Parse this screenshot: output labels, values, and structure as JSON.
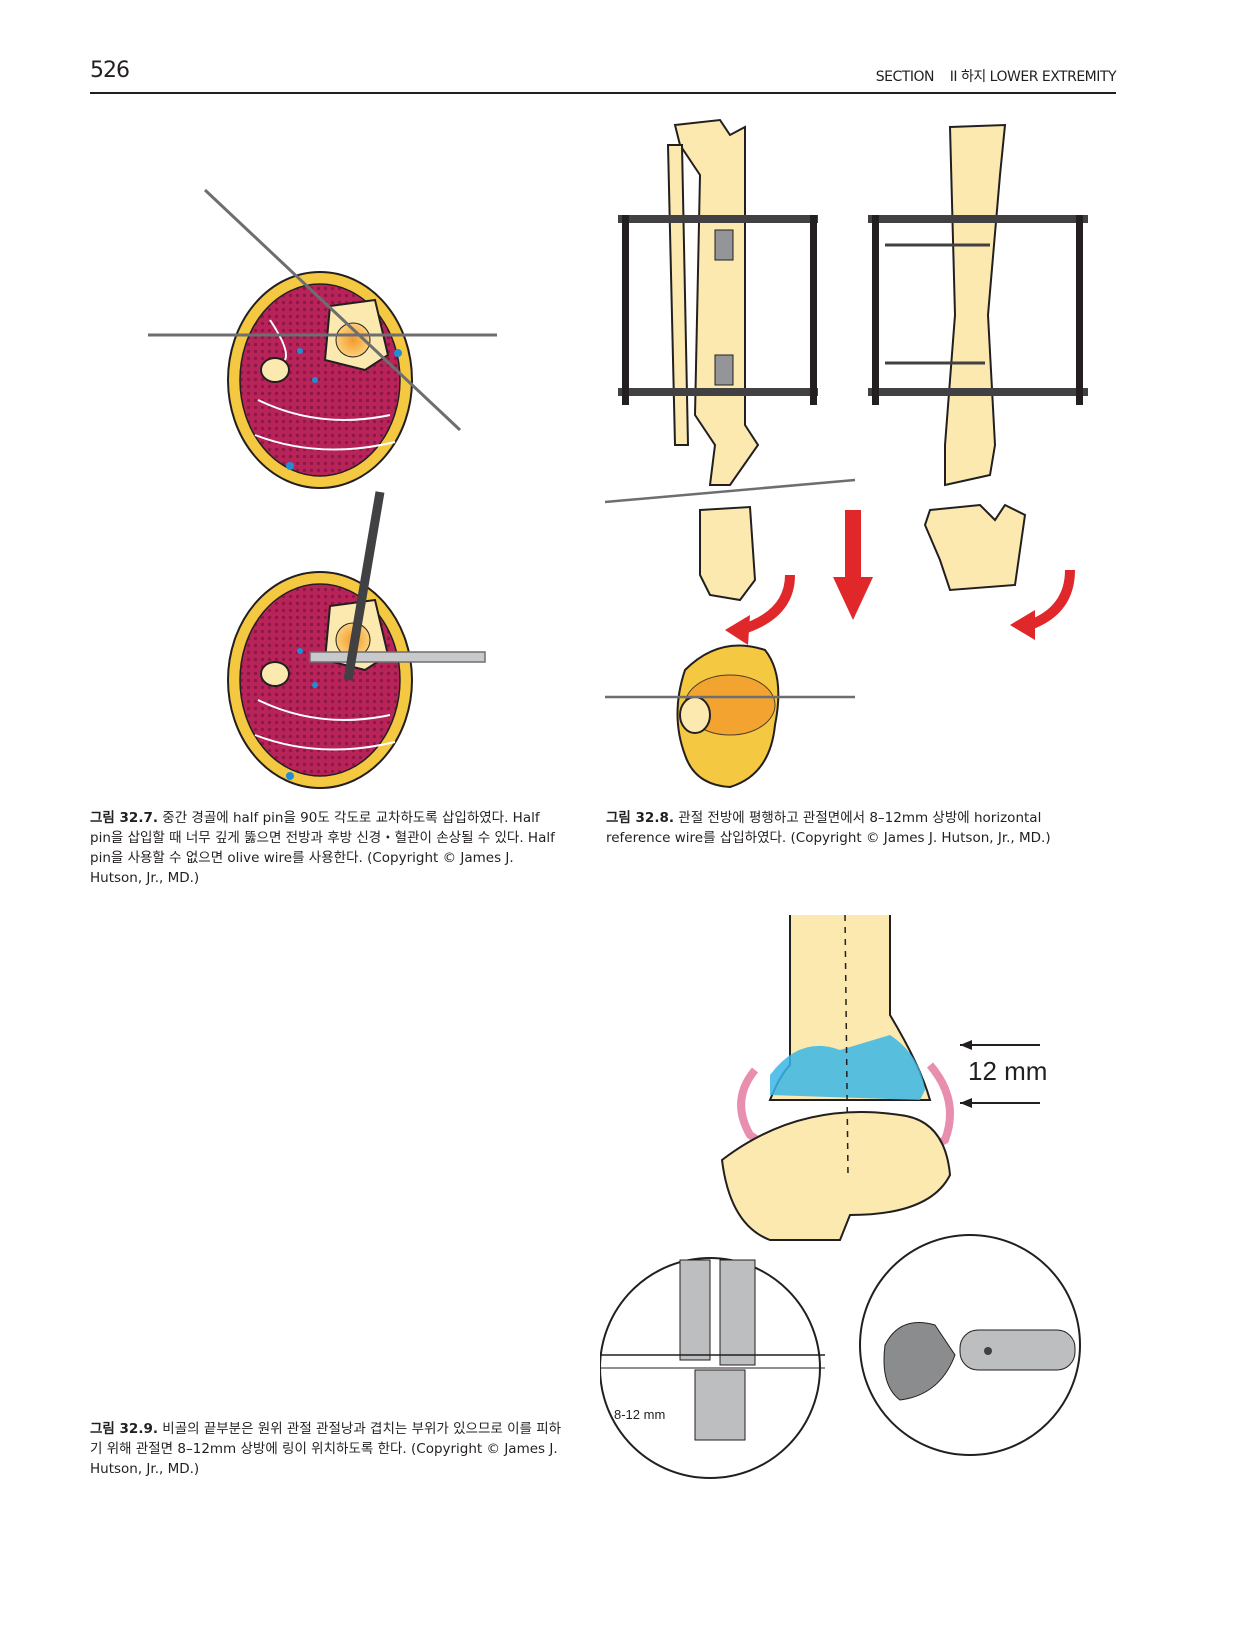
{
  "header": {
    "page_number": "526",
    "section": "SECTION    II 하지 LOWER EXTREMITY"
  },
  "figures": {
    "fig_32_7": {
      "label": "그림 32.7.",
      "caption": " 중간 경골에 half pin을 90도 각도로 교차하도록 삽입하였다. Half pin을 삽입할 때 너무 깊게 뚫으면 전방과 후방 신경・혈관이 손상될 수 있다. Half pin을 사용할 수 없으면 olive wire를 사용한다. (Copyright © James J. Hutson, Jr., MD.)"
    },
    "fig_32_8": {
      "label": "그림 32.8.",
      "caption": " 관절 전방에 평행하고 관절면에서 8–12mm 상방에 horizontal reference wire를 삽입하였다. (Copyright © James J. Hutson, Jr., MD.)"
    },
    "fig_32_9": {
      "label": "그림 32.9.",
      "caption": " 비골의 끝부분은 원위 관절 관절낭과 겹치는 부위가 있으므로 이를 피하기 위해 관절면 8–12mm 상방에 링이 위치하도록 한다. (Copyright © James J. Hutson, Jr., MD.)",
      "dimension_label": "12 mm",
      "inset_label": "8-12 mm"
    }
  },
  "colors": {
    "bone": "#fbe9b0",
    "muscle": "#b8245a",
    "fat": "#f5c842",
    "marrow": "#f39a2b",
    "arrow_red": "#e0282b",
    "cartilage_blue": "#3ab6e6",
    "capsule_pink": "#e88fb0"
  }
}
